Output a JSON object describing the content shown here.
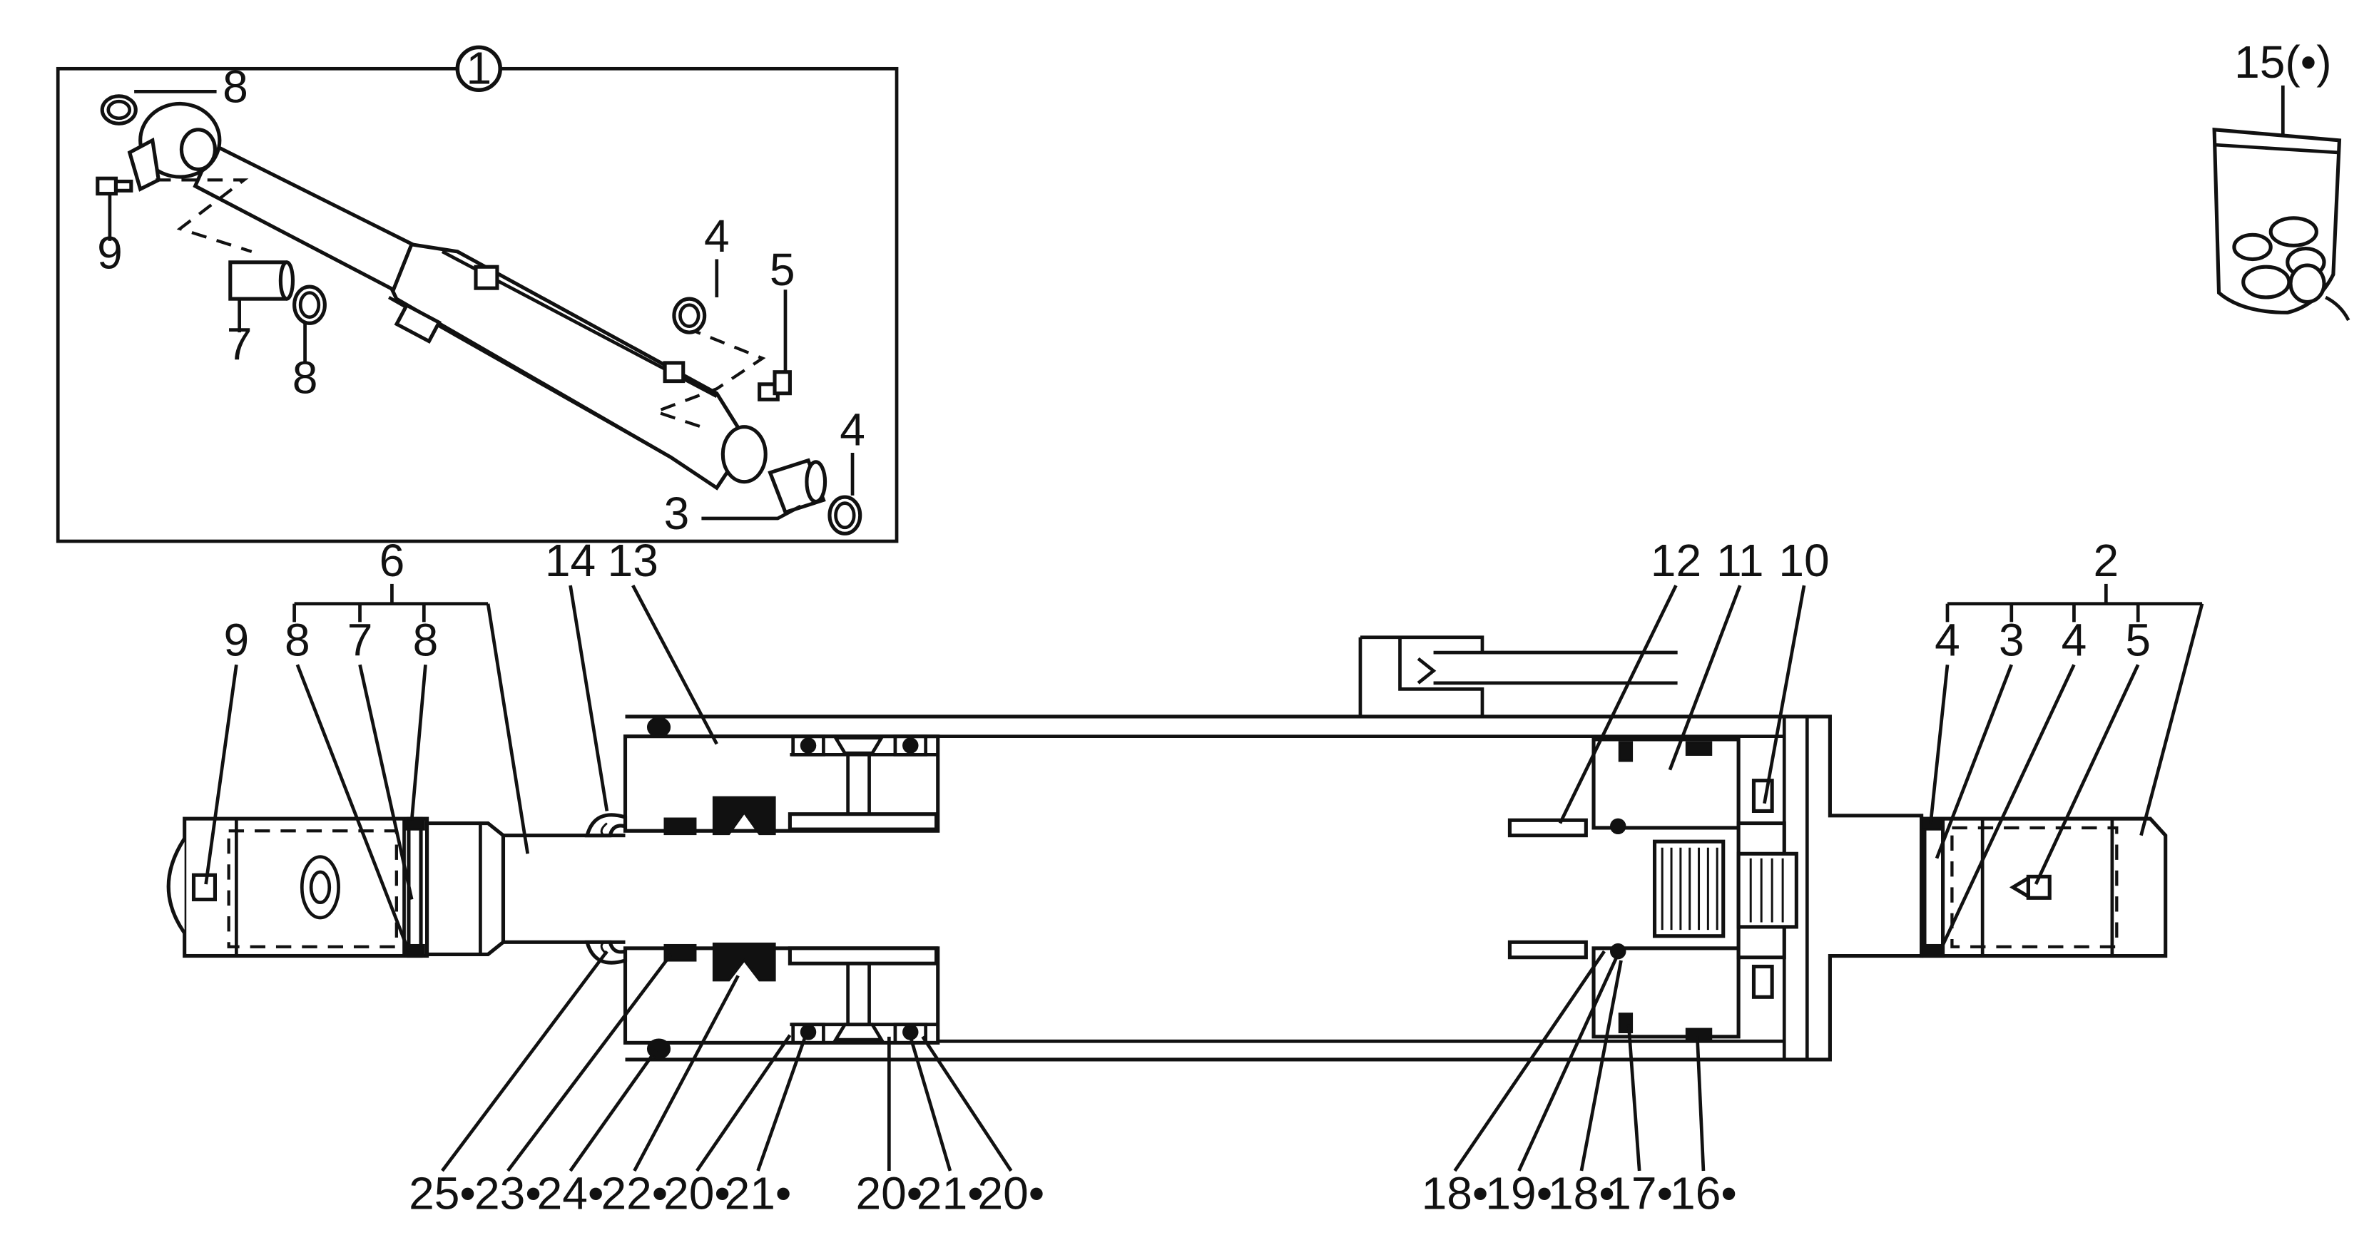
{
  "callouts": {
    "c1": "1",
    "c2": "2",
    "c3": "3",
    "c4": "4",
    "c5": "5",
    "c6": "6",
    "c7": "7",
    "c8": "8",
    "c9": "9",
    "c10": "10",
    "c11": "11",
    "c12": "12",
    "c13": "13",
    "c14": "14",
    "c15": "15(•)",
    "c16": "16•",
    "c17": "17•",
    "c18": "18•",
    "c19": "19•",
    "c20": "20•",
    "c21": "21•",
    "c22": "22•",
    "c23": "23•",
    "c24": "24•",
    "c25": "25•"
  }
}
